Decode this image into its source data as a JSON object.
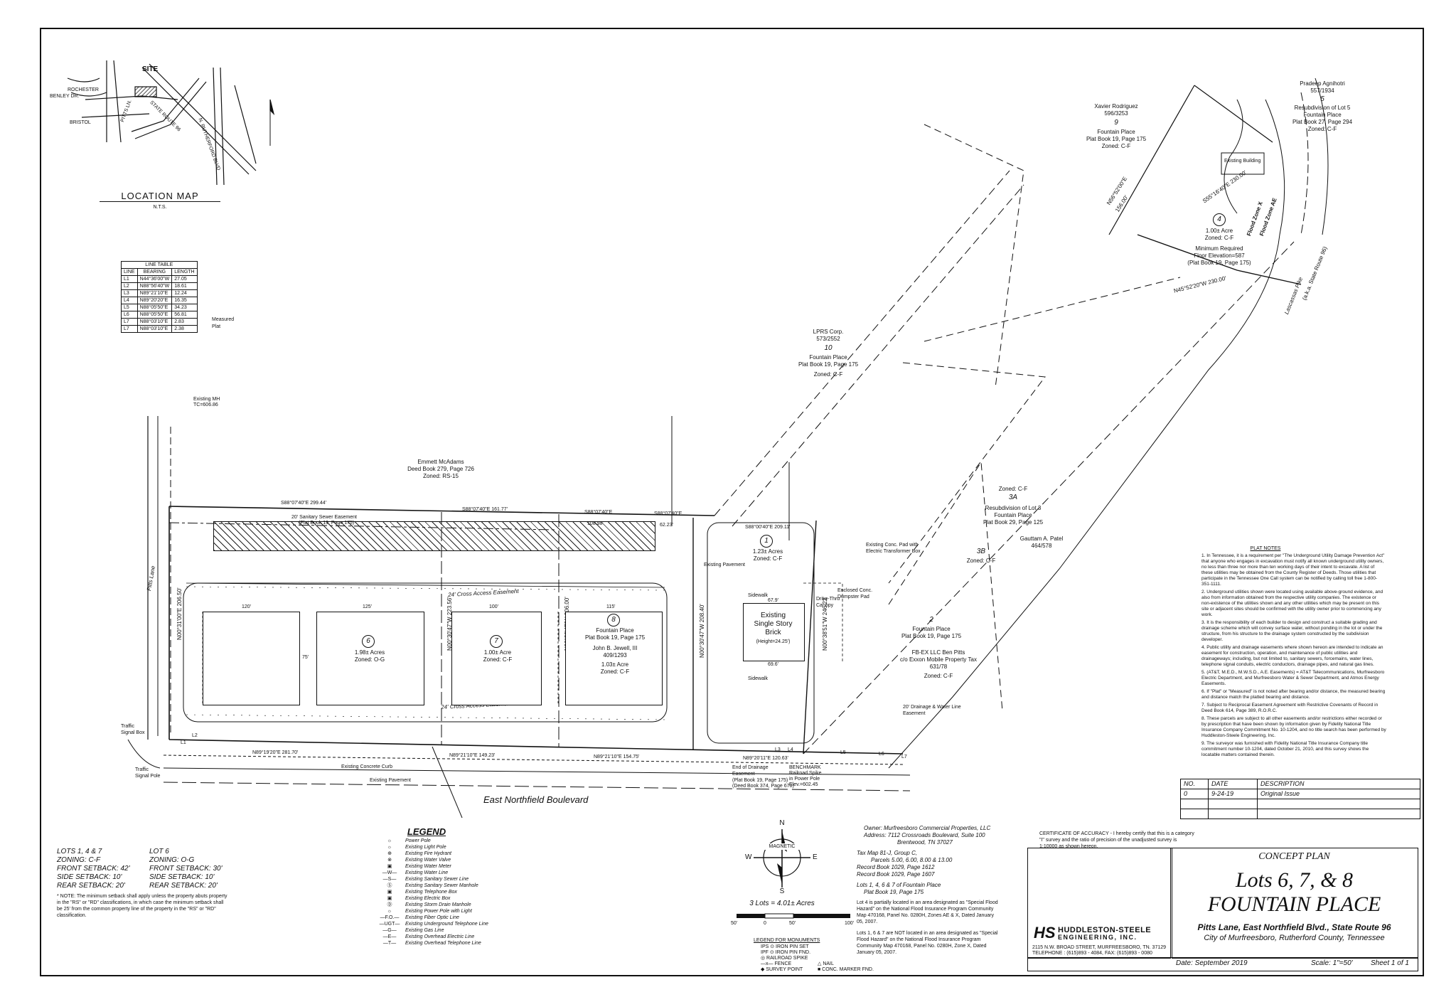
{
  "location_map": {
    "title": "LOCATION MAP",
    "scale": "N.T.S.",
    "site_label": "SITE",
    "roads": [
      "STATE ROUTE 96",
      "N. RUTHERFORD BLVD",
      "PITTS LN.",
      "ROCHESTER",
      "BENLEY DR.",
      "BRISTOL"
    ]
  },
  "line_table": {
    "title": "LINE TABLE",
    "headers": [
      "LINE",
      "BEARING",
      "LENGTH"
    ],
    "rows": [
      [
        "L1",
        "N44°36'00\"W",
        "27.05"
      ],
      [
        "L2",
        "N88°56'40\"W",
        "18.61"
      ],
      [
        "L3",
        "N89°21'10\"E",
        "12.24"
      ],
      [
        "L4",
        "N89°20'20\"E",
        "16.35"
      ],
      [
        "L5",
        "N88°05'50\"E",
        "34.23"
      ],
      [
        "L6",
        "N88°05'50\"E",
        "56.81"
      ],
      [
        "L7",
        "N88°03'10\"E",
        "2.83"
      ],
      [
        "L7",
        "N88°03'10\"E",
        "2.38"
      ]
    ],
    "note_measured": "Measured",
    "note_plat": "Plat"
  },
  "parcels": {
    "p9": {
      "owner": "Xavier Rodriguez",
      "deed": "596/3253",
      "num": "9",
      "plat1": "Fountain Place",
      "plat2": "Plat Book 19, Page 175",
      "zoned": "Zoned: C-F"
    },
    "p5": {
      "owner": "Pradeep Agnihotri",
      "deed": "557/1934",
      "num": "5",
      "plat1": "Resubdivision of Lot 5",
      "plat2": "Fountain Place",
      "plat3": "Plat Book 27, Page 294",
      "zoned": "Zoned: C-F",
      "bldg": "Existing Building"
    },
    "p4": {
      "num": "4",
      "acre": "1.00± Acre",
      "zoned": "Zoned: C-F",
      "note1": "Minimum Required",
      "note2": "Floor Elevation=587",
      "note3": "(Plat Book 19, Page 175)"
    },
    "p10": {
      "owner": "LPRS Corp.",
      "deed": "573/2552",
      "num": "10",
      "plat1": "Fountain Place",
      "plat2": "Plat Book 19, Page 175",
      "zoned": "Zoned: C-F"
    },
    "p3a": {
      "zoned": "Zoned: C-F",
      "num": "3A",
      "plat1": "Resubdivision of Lot 3",
      "plat2": "Fountain Place",
      "plat3": "Plat Book 29, Page 125",
      "owner": "Gauttam A. Patel",
      "deed": "464/578"
    },
    "p3b": {
      "num": "3B",
      "zoned": "Zoned: C-F"
    },
    "p2": {
      "num": "2",
      "plat1": "Fountain Place",
      "plat2": "Plat Book 19, Page 175",
      "owner": "FB-EX LLC Ben Pitts",
      "owner2": "c/o Exxon Mobile Property Tax",
      "deed": "631/78",
      "zoned": "Zoned: C-F"
    },
    "emmett": {
      "owner": "Emmett McAdams",
      "deed": "Deed Book 279, Page 726",
      "zoned": "Zoned: RS-15"
    },
    "p1": {
      "num": "1",
      "acre": "1.23± Acres",
      "zoned": "Zoned: C-F",
      "bldg1": "Existing",
      "bldg2": "Single Story",
      "bldg3": "Brick",
      "bldg4": "(Height=24.25')"
    },
    "p6": {
      "num": "6",
      "acre": "1.98± Acres",
      "zoned": "Zoned: O-G"
    },
    "p7": {
      "num": "7",
      "acre": "1.00± Acre",
      "zoned": "Zoned: C-F"
    },
    "p8": {
      "num": "8",
      "plat1": "Fountain Place",
      "plat2": "Plat Book 19, Page 175",
      "owner": "John B. Jewell, III",
      "deed": "409/1293",
      "acre": "1.03± Acre",
      "zoned": "Zoned: C-F"
    }
  },
  "site_labels": {
    "pitts_lane": "Pitts Lane",
    "northfield": "East Northfield Boulevard",
    "lascassas": "Lascassas Pike",
    "sr96": "(a.k.a. State Route 96)",
    "access_top": "24' Cross Access Easement",
    "access_bottom": "24' Cross Access Easement",
    "sewer_easement": "20' Sanitary Sewer Easement",
    "sewer_plat": "(Plat Book 19, Page 175)",
    "existing_pavement": "Existing Pavement",
    "existing_curb": "Existing Concrete Curb",
    "existing_mh": "Existing MH",
    "tc_mh": "TC=606.86",
    "dumpster": "Enclosed Conc. Dumpster Pad",
    "transformer": "Existing Conc. Pad with Electric Transformer Box",
    "drive_thru": "Drive-Thru Canopy",
    "benchmark1": "BENCHMARK",
    "benchmark2": "Railroad Spike",
    "benchmark3": "in Power Pole",
    "benchmark4": "Elev.=602.45",
    "end_drainage": "End of Drainage Easement",
    "drainage_pb": "(Plat Book 19, Page 175)",
    "drainage_db": "(Deed Book 374, Page 670)",
    "water_easement": "20' Drainage & Water Line Easement",
    "sidewalk": "Sidewalk",
    "flood_x": "Flood Zone X",
    "flood_ae": "Flood Zone AE",
    "signal_box": "Traffic Signal Box",
    "signal_pole": "Traffic Signal Pole",
    "bldg_dim_top": "67.9'",
    "bldg_dim_bot": "69.6'",
    "dim_120": "120'",
    "dim_125": "125'",
    "dim_100": "100'",
    "dim_115": "115'",
    "dim_75": "75'",
    "bearings": {
      "b1": "S88°07'40\"E 299.44'",
      "b2": "S88°07'40\"E 161.77'",
      "b3": "S88°07'40\"E",
      "b3d": "108.98'",
      "b4": "S88°07'40\"E",
      "b4d": "62.23'",
      "b5": "S88°00'40\"E 209.11'",
      "b6": "N89°19'20\"E 281.70'",
      "b7": "N89°21'10\"E 149.23'",
      "b8": "N89°21'10\"E 154.75'",
      "b9": "N89°20'11\"E 120.63'",
      "b10": "N00°31'00\"E 206.50'",
      "b11": "N00°30'47\"W 223.56'",
      "b12": "N00°30'47\"W 206.00'",
      "b13": "N00°30'47\"W 208.40'",
      "b14": "N00°38'51\"W 246.22'",
      "b15": "N56°52'00\"E",
      "b15d": "156.00'",
      "b16": "S55°16'40\"E 230.00'",
      "b17": "N45°52'20\"W 230.00'"
    },
    "line_labels": [
      "L1",
      "L2",
      "L3",
      "L4",
      "L5",
      "L6",
      "L7"
    ]
  },
  "plat_notes": {
    "title": "PLAT NOTES",
    "items": [
      "1. In Tennessee, it is a requirement per \"The Underground Utility Damage Prevention Act\" that anyone who engages in excavation must notify all known underground utility owners, no less than three nor more than ten working days of their intent to excavate. A list of these utilities may be obtained from the County Register of Deeds. Those utilities that participate in the Tennessee One Call system can be notified by calling toll free 1-800-351-1111.",
      "2. Underground utilities shown were located using available above-ground evidence, and also from information obtained from the respective utility companies. The existence or non-existence of the utilities shown and any other utilities which may be present on this site or adjacent sites should be confirmed with the utility owner prior to commencing any work.",
      "3. It is the responsibility of each builder to design and construct a suitable grading and drainage scheme which will convey surface water, without ponding in the lot or under the structure, from his structure to the drainage system constructed by the subdivision developer.",
      "4. Public utility and drainage easements where shown hereon are intended to indicate an easement for construction, operation, and maintenance of public utilities and drainageways; including, but not limited to, sanitary sewers, forcemains, water lines, telephone signal conduits, electric conductors, drainage pipes, and natural gas lines.",
      "5. (AT&T, M.E.D., M.W.S.D., A.E. Easements) = AT&T Telecommunications, Murfreesboro Electric Department, and Murfreesboro Water & Sewer Department, and Atmos Energy Easements.",
      "6. If \"Plat\" or \"Measured\" is not noted after bearing and/or distance, the measured bearing and distance match the platted bearing and distance.",
      "7. Subject to Reciprocal Easement Agreement with Restrictive Covenants of Record in Deed Book 614, Page 389, R.O.R.C.",
      "8. These parcels are subject to all other easements and/or restrictions either recorded or by prescription that have been shown by information given by Fidelity National Title Insurance Company Commitment No. 10-1204, and no title search has been performed by Huddleston-Steele Engineering, Inc.",
      "9. The surveyor was furnished with Fidelity National Title Insurance Company title commitment number 10-1204, dated October 21, 2010, and this survey shows the locatable matters contained therein."
    ]
  },
  "revisions": {
    "headers": [
      "NO.",
      "DATE",
      "DESCRIPTION"
    ],
    "rows": [
      [
        "0",
        "9-24-19",
        "Original Issue"
      ]
    ]
  },
  "setbacks": {
    "a_title": "LOTS 1, 4 & 7",
    "a_zoning": "ZONING:  C-F",
    "a_front": "FRONT SETBACK:  42'",
    "a_side": "SIDE SETBACK:  10'",
    "a_rear": "REAR SETBACK:  20'",
    "b_title": "LOT 6",
    "b_zoning": "ZONING:  O-G",
    "b_front": "FRONT SETBACK:  30'",
    "b_side": "SIDE SETBACK:  10'",
    "b_rear": "REAR SETBACK:  20'",
    "note": "* NOTE: The minimum setback shall apply unless the property abuts property in the \"RS\" or \"RD\" classifications, in which case the minimum setback shall be 25' from the common property line of the property in the \"RS\" or \"RD\" classification."
  },
  "legend": {
    "title": "LEGEND",
    "items": [
      "Power Pole",
      "Existing Light Pole",
      "Existing Fire Hydrant",
      "Existing Water Valve",
      "Existing Water Meter",
      "Existing Water Line",
      "Existing Sanitary Sewer Line",
      "Existing Sanitary Sewer Manhole",
      "Existing Telephone Box",
      "Existing Electric Box",
      "Existing Storm Drain Manhole",
      "Existing Power Pole with Light",
      "Existing Fiber Optic Line",
      "Existing Underground Telephone Line",
      "Existing Gas Line",
      "Existing Overhead Electric Line",
      "Existing Overhead Telephone Line"
    ],
    "symbols": [
      "☼",
      "☼",
      "⊕",
      "⊗",
      "▣",
      "—W—",
      "—S—",
      "Ⓢ",
      "▣",
      "▣",
      "Ⓓ",
      "☼",
      "—F.O.—",
      "—UGT—",
      "—G—",
      "—E—",
      "—T—"
    ]
  },
  "north": {
    "n": "N",
    "s": "S",
    "e": "E",
    "w": "W",
    "magnetic": "MAGNETIC",
    "lots": "3 Lots = 4.01± Acres",
    "scale_labels": [
      "50'",
      "0",
      "50'",
      "100'"
    ]
  },
  "monuments": {
    "title": "LEGEND FOR MONUMENTS",
    "items": [
      "IPS  ⊙  IRON PIN SET",
      "IPF  ⊙  IRON PIN FND.",
      "◎  RAILROAD SPIKE",
      "—x—  FENCE",
      "◆  SURVEY POINT",
      "△  NAIL",
      "■  CONC. MARKER FND."
    ]
  },
  "owner": {
    "l1": "Owner:  Murfreesboro Commercial Properties, LLC",
    "l2": "Address:  7112 Crossroads Boulevard, Suite 100",
    "l3": "Brentwood, TN  37027",
    "l4": "Tax Map 81-J, Group C,",
    "l5": "Parcels 5.00, 6.00, 8.00 & 13.00",
    "l6": "Record Book 1029, Page 1612",
    "l7": "Record Book 1029, Page 1607",
    "l8": "Lots 1, 4, 6 & 7 of Fountain Place",
    "l9": "Plat Book 19, Page 175",
    "flood1": "Lot 4 is partially located in an area designated as \"Special Flood Hazard\" on the National Flood Insurance Program Community Map 470168, Panel No. 0280H, Zones AE & X, Dated January 05, 2007.",
    "flood2": "Lots 1, 6 & 7 are NOT located in an area designated as \"Special Flood Hazard\" on the National Flood Insurance Program Community Map 470168, Panel No. 0280H, Zone X, Dated January 05, 2007."
  },
  "certificate": "CERTIFICATE OF ACCURACY - I hereby certify that this is a category \"I\" survey and the ratio of precision of the unadjusted survey is 1:10000 as shown hereon.",
  "firm": {
    "logo": "HS",
    "name1": "HUDDLESTON-STEELE",
    "name2": "ENGINEERING, INC.",
    "address": "2115 N.W. BROAD STREET, MURFREESBORO, TN. 37129",
    "phone": "TELEPHONE : (615)893 - 4084,  FAX: (615)893 - 0080"
  },
  "title_block": {
    "type": "CONCEPT PLAN",
    "line1": "Lots 6, 7, & 8",
    "line2": "FOUNTAIN PLACE",
    "roads": "Pitts Lane, East Northfield Blvd., State Route 96",
    "city": "City of Murfreesboro, Rutherford County, Tennessee",
    "date": "Date:  September 2019",
    "scale": "Scale:  1\"=50'",
    "sheet": "Sheet 1 of 1"
  }
}
